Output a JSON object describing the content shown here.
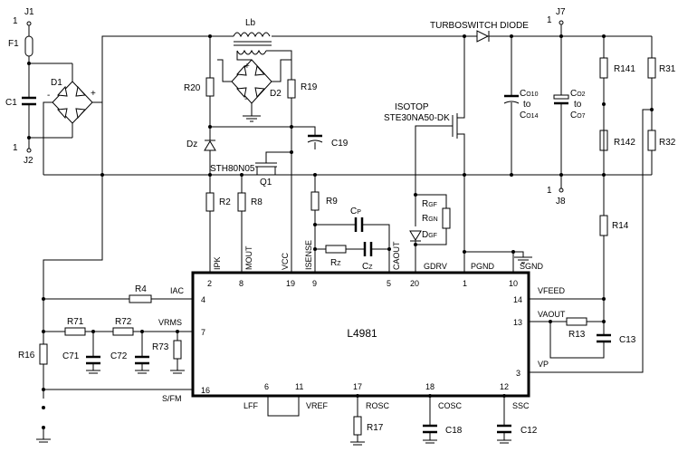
{
  "chip": {
    "name": "L4981",
    "pins_top": [
      {
        "num": "2",
        "name": "IPK"
      },
      {
        "num": "8",
        "name": "MOUT"
      },
      {
        "num": "19",
        "name": "VCC"
      },
      {
        "num": "9",
        "name": "ISENSE"
      },
      {
        "num": "5",
        "name": "CAOUT"
      },
      {
        "num": "20",
        "name": "GDRV"
      },
      {
        "num": "1",
        "name": "PGND"
      },
      {
        "num": "10",
        "name": "SGND"
      }
    ],
    "pins_left": [
      {
        "num": "4",
        "name": "IAC"
      },
      {
        "num": "7",
        "name": "VRMS"
      },
      {
        "num": "16",
        "name": "S/FM"
      }
    ],
    "pins_right": [
      {
        "num": "14",
        "name": "VFEED"
      },
      {
        "num": "13",
        "name": "VAOUT"
      },
      {
        "num": "3",
        "name": "VP"
      }
    ],
    "pins_bottom": [
      {
        "num": "6",
        "name": "LFF"
      },
      {
        "num": "11",
        "name": "VREF"
      },
      {
        "num": "17",
        "name": "ROSC"
      },
      {
        "num": "18",
        "name": "COSC"
      },
      {
        "num": "12",
        "name": "SSC"
      }
    ]
  },
  "connectors": {
    "j1": "J1",
    "j2": "J2",
    "j7": "J7",
    "j8": "J8",
    "pin1": "1"
  },
  "fuse": "F1",
  "bridge": {
    "d1": "D1",
    "d2": "D2",
    "plus": "+",
    "minus": "-"
  },
  "inductor": "Lb",
  "resistors": {
    "r20": "R20",
    "r19": "R19",
    "r2": "R2",
    "r8": "R8",
    "r9": "R9",
    "r4": "R4",
    "r71": "R71",
    "r72": "R72",
    "r73": "R73",
    "r16": "R16",
    "r17": "R17",
    "r13": "R13",
    "r14": "R14",
    "r141": "R141",
    "r142": "R142",
    "r31": "R31",
    "r32": "R32",
    "rgf": "R",
    "rgf_sub": "GF",
    "rgn": "R",
    "rgn_sub": "GN",
    "rz": "R",
    "rz_sub": "Z"
  },
  "capacitors": {
    "c1": "C1",
    "c19": "C19",
    "c71": "C71",
    "c72": "C72",
    "c13": "C13",
    "c18": "C18",
    "c12": "C12",
    "cp": "C",
    "cp_sub": "P",
    "cz": "C",
    "cz_sub": "Z",
    "co10": "C",
    "co10_sub": "O10",
    "co10_to": "to",
    "co14": "C",
    "co14_sub": "O14",
    "co2": "C",
    "co2_sub": "O2",
    "co2_to": "to",
    "co7": "C",
    "co7_sub": "O7"
  },
  "diodes": {
    "dz": "Dz",
    "dgf": "D",
    "dgf_sub": "GF",
    "turbo": "TURBOSWITCH DIODE"
  },
  "transistors": {
    "q1_part": "STH80N05",
    "q1": "Q1",
    "main_line1": "ISOTOP",
    "main_line2": "STE30NA50-DK"
  }
}
